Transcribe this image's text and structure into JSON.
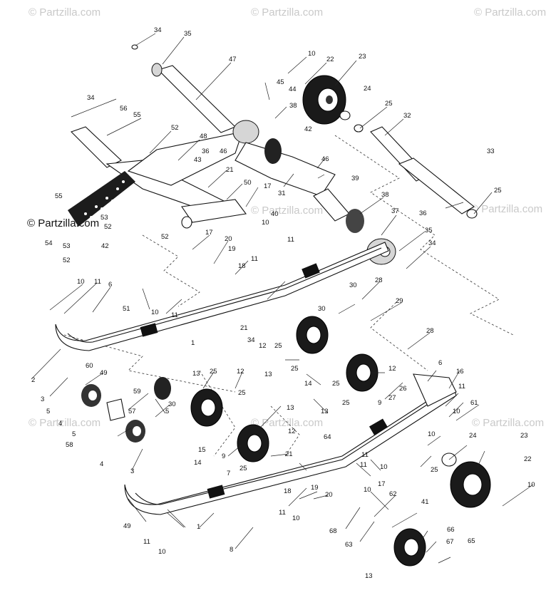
{
  "watermark": {
    "text": "© Partzilla.com"
  },
  "callouts": [
    {
      "id": "c01",
      "text": "34"
    },
    {
      "id": "c02",
      "text": "35"
    },
    {
      "id": "c03",
      "text": "47"
    },
    {
      "id": "c04",
      "text": "10"
    },
    {
      "id": "c05",
      "text": "22"
    },
    {
      "id": "c06",
      "text": "23"
    },
    {
      "id": "c07",
      "text": "45"
    },
    {
      "id": "c08",
      "text": "44"
    },
    {
      "id": "c09",
      "text": "24"
    },
    {
      "id": "c10",
      "text": "34"
    },
    {
      "id": "c11",
      "text": "56"
    },
    {
      "id": "c12",
      "text": "55"
    },
    {
      "id": "c13",
      "text": "38"
    },
    {
      "id": "c14",
      "text": "25"
    },
    {
      "id": "c15",
      "text": "32"
    },
    {
      "id": "c16",
      "text": "52"
    },
    {
      "id": "c17",
      "text": "48"
    },
    {
      "id": "c18",
      "text": "42"
    },
    {
      "id": "c19",
      "text": "36"
    },
    {
      "id": "c20",
      "text": "46"
    },
    {
      "id": "c21",
      "text": "43"
    },
    {
      "id": "c22",
      "text": "46"
    },
    {
      "id": "c23",
      "text": "33"
    },
    {
      "id": "c24",
      "text": "21"
    },
    {
      "id": "c25",
      "text": "31"
    },
    {
      "id": "c26",
      "text": "39"
    },
    {
      "id": "c27",
      "text": "55"
    },
    {
      "id": "c28",
      "text": "50"
    },
    {
      "id": "c29",
      "text": "17"
    },
    {
      "id": "c30",
      "text": "38"
    },
    {
      "id": "c31",
      "text": "25"
    },
    {
      "id": "c32",
      "text": "53"
    },
    {
      "id": "c33",
      "text": "52"
    },
    {
      "id": "c34",
      "text": "40"
    },
    {
      "id": "c35",
      "text": "37"
    },
    {
      "id": "c36",
      "text": "36"
    },
    {
      "id": "c37",
      "text": "54"
    },
    {
      "id": "c38",
      "text": "53"
    },
    {
      "id": "c39",
      "text": "42"
    },
    {
      "id": "c40",
      "text": "52"
    },
    {
      "id": "c41",
      "text": "10"
    },
    {
      "id": "c42",
      "text": "52"
    },
    {
      "id": "c43",
      "text": "17"
    },
    {
      "id": "c44",
      "text": "11"
    },
    {
      "id": "c45",
      "text": "35"
    },
    {
      "id": "c46",
      "text": "20"
    },
    {
      "id": "c47",
      "text": "19"
    },
    {
      "id": "c48",
      "text": "34"
    },
    {
      "id": "c49",
      "text": "11"
    },
    {
      "id": "c50",
      "text": "18"
    },
    {
      "id": "c51",
      "text": "51"
    },
    {
      "id": "c52",
      "text": "10"
    },
    {
      "id": "c53",
      "text": "11"
    },
    {
      "id": "c54",
      "text": "6"
    },
    {
      "id": "c55",
      "text": "28"
    },
    {
      "id": "c56",
      "text": "30"
    },
    {
      "id": "c57",
      "text": "10"
    },
    {
      "id": "c58",
      "text": "11"
    },
    {
      "id": "c59",
      "text": "30"
    },
    {
      "id": "c60",
      "text": "29"
    },
    {
      "id": "c61",
      "text": "21"
    },
    {
      "id": "c62",
      "text": "34"
    },
    {
      "id": "c63",
      "text": "12"
    },
    {
      "id": "c64",
      "text": "25"
    },
    {
      "id": "c65",
      "text": "28"
    },
    {
      "id": "c66",
      "text": "1"
    },
    {
      "id": "c67",
      "text": "2"
    },
    {
      "id": "c68",
      "text": "49"
    },
    {
      "id": "c69",
      "text": "13"
    },
    {
      "id": "c70",
      "text": "25"
    },
    {
      "id": "c71",
      "text": "12"
    },
    {
      "id": "c72",
      "text": "6"
    },
    {
      "id": "c73",
      "text": "60"
    },
    {
      "id": "c74",
      "text": "3"
    },
    {
      "id": "c75",
      "text": "30"
    },
    {
      "id": "c76",
      "text": "13"
    },
    {
      "id": "c77",
      "text": "25"
    },
    {
      "id": "c78",
      "text": "16"
    },
    {
      "id": "c79",
      "text": "12"
    },
    {
      "id": "c80",
      "text": "14"
    },
    {
      "id": "c81",
      "text": "25"
    },
    {
      "id": "c82",
      "text": "27"
    },
    {
      "id": "c83",
      "text": "26"
    },
    {
      "id": "c84",
      "text": "11"
    },
    {
      "id": "c85",
      "text": "5"
    },
    {
      "id": "c86",
      "text": "59"
    },
    {
      "id": "c87",
      "text": "25"
    },
    {
      "id": "c88",
      "text": "9"
    },
    {
      "id": "c89",
      "text": "61"
    },
    {
      "id": "c90",
      "text": "4"
    },
    {
      "id": "c91",
      "text": "57"
    },
    {
      "id": "c92",
      "text": "5"
    },
    {
      "id": "c93",
      "text": "25"
    },
    {
      "id": "c94",
      "text": "13"
    },
    {
      "id": "c95",
      "text": "13"
    },
    {
      "id": "c96",
      "text": "10"
    },
    {
      "id": "c97",
      "text": "5"
    },
    {
      "id": "c98",
      "text": "12"
    },
    {
      "id": "c99",
      "text": "64"
    },
    {
      "id": "c100",
      "text": "10"
    },
    {
      "id": "c101",
      "text": "58"
    },
    {
      "id": "c102",
      "text": "15"
    },
    {
      "id": "c103",
      "text": "21"
    },
    {
      "id": "c104",
      "text": "23"
    },
    {
      "id": "c105",
      "text": "24"
    },
    {
      "id": "c106",
      "text": "4"
    },
    {
      "id": "c107",
      "text": "14"
    },
    {
      "id": "c108",
      "text": "9"
    },
    {
      "id": "c109",
      "text": "11"
    },
    {
      "id": "c110",
      "text": "10"
    },
    {
      "id": "c111",
      "text": "22"
    },
    {
      "id": "c112",
      "text": "3"
    },
    {
      "id": "c113",
      "text": "25"
    },
    {
      "id": "c114",
      "text": "7"
    },
    {
      "id": "c115",
      "text": "17"
    },
    {
      "id": "c116",
      "text": "25"
    },
    {
      "id": "c117",
      "text": "18"
    },
    {
      "id": "c118",
      "text": "19"
    },
    {
      "id": "c119",
      "text": "20"
    },
    {
      "id": "c120",
      "text": "10"
    },
    {
      "id": "c121",
      "text": "11"
    },
    {
      "id": "c122",
      "text": "62"
    },
    {
      "id": "c123",
      "text": "41"
    },
    {
      "id": "c124",
      "text": "10"
    },
    {
      "id": "c125",
      "text": "49"
    },
    {
      "id": "c126",
      "text": "1"
    },
    {
      "id": "c127",
      "text": "68"
    },
    {
      "id": "c128",
      "text": "11"
    },
    {
      "id": "c129",
      "text": "63"
    },
    {
      "id": "c130",
      "text": "66"
    },
    {
      "id": "c131",
      "text": "67"
    },
    {
      "id": "c132",
      "text": "10"
    },
    {
      "id": "c133",
      "text": "8"
    },
    {
      "id": "c134",
      "text": "65"
    },
    {
      "id": "c135",
      "text": "13"
    },
    {
      "id": "c136",
      "text": "10"
    },
    {
      "id": "c137",
      "text": "11"
    }
  ]
}
